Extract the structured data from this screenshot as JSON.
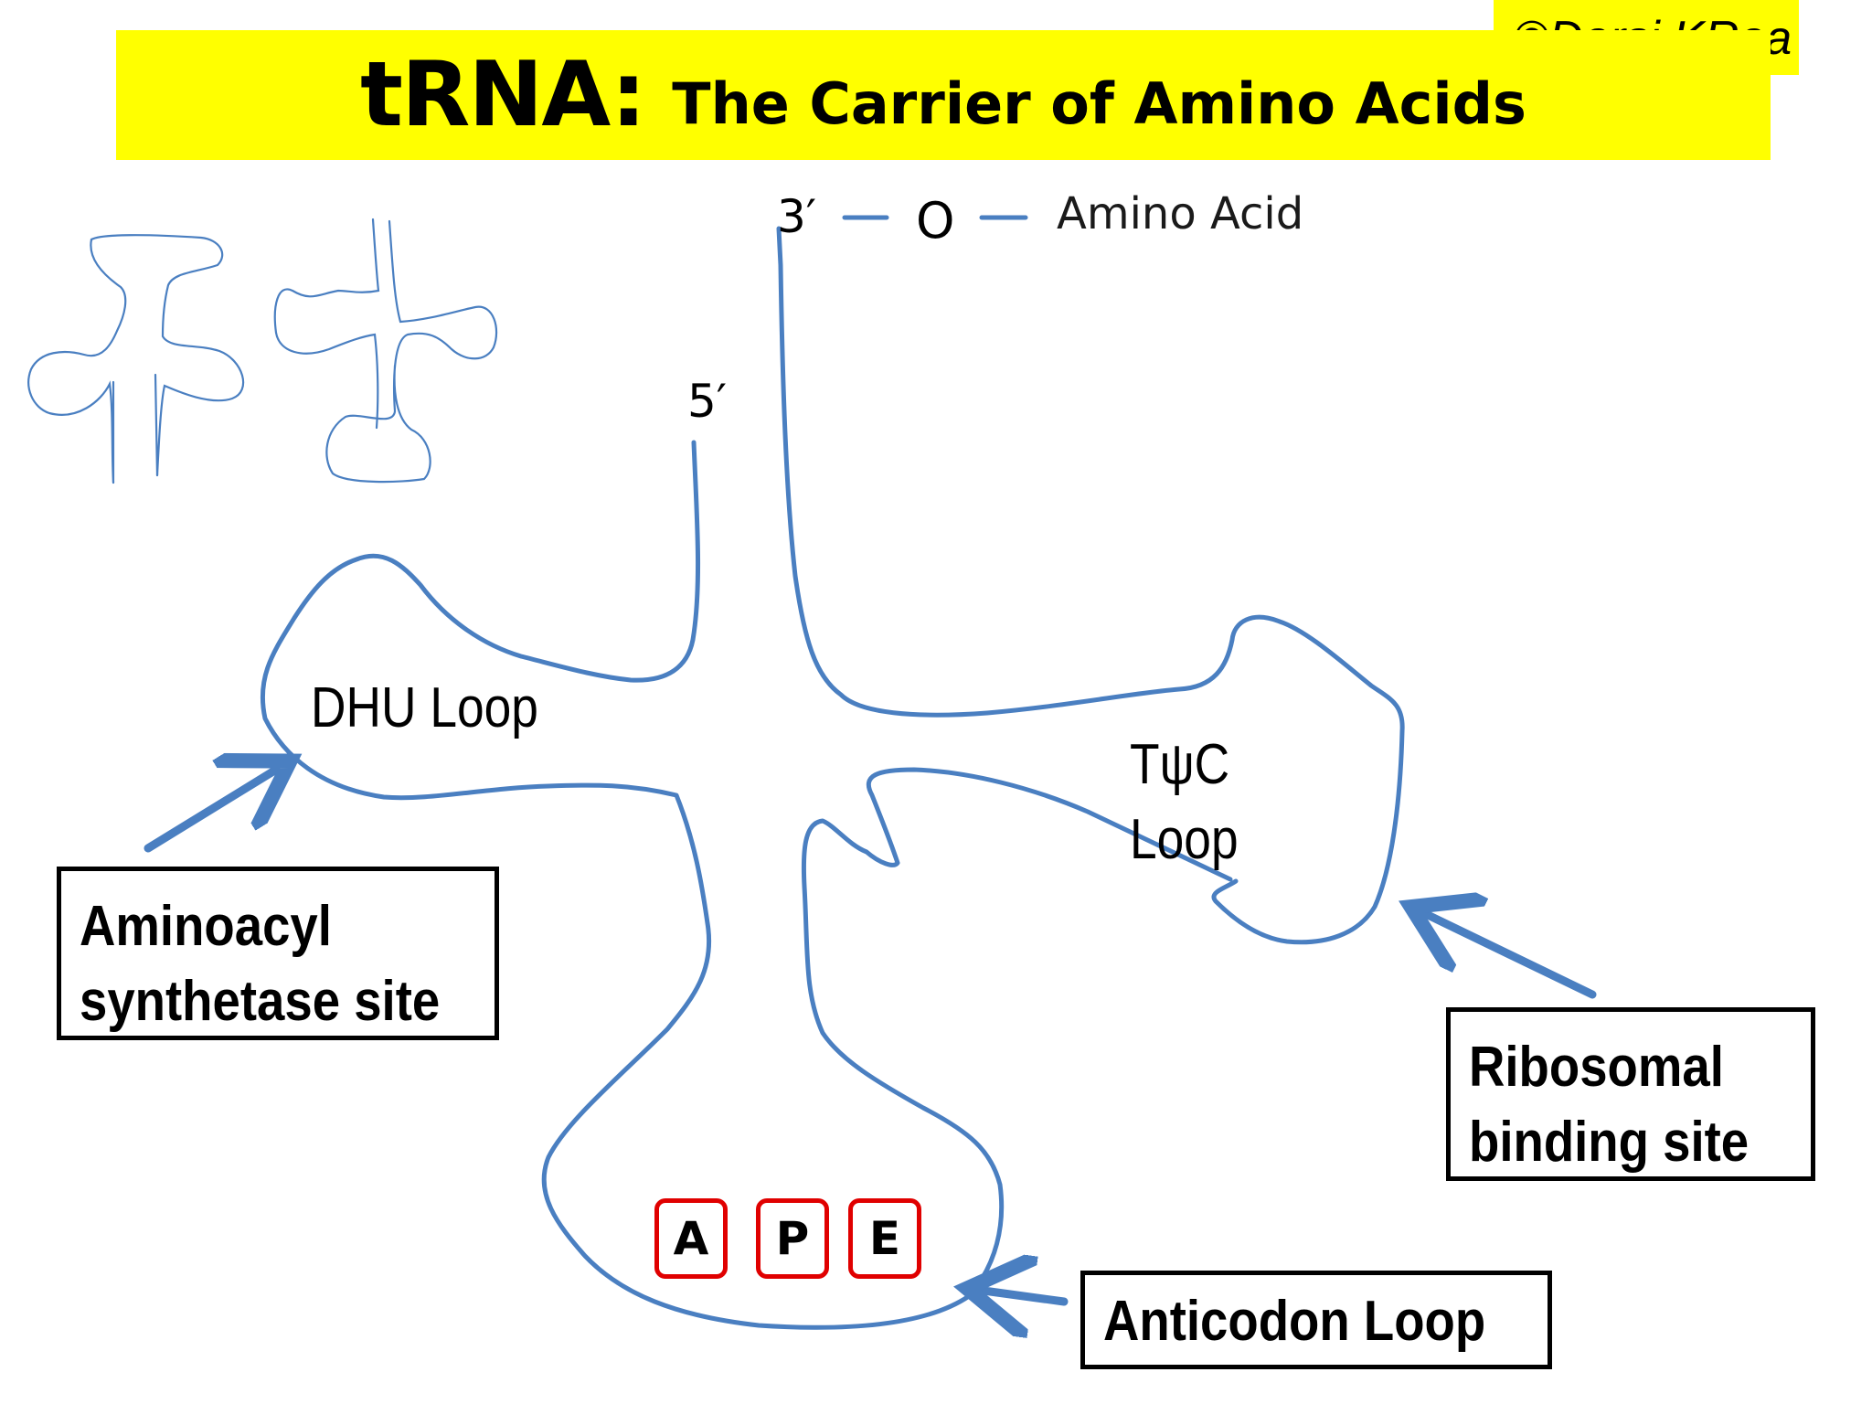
{
  "title": {
    "main": "tRNA:",
    "subtitle": "The Carrier of Amino Acids"
  },
  "copyright": "©Darsi KRaa",
  "acceptor": {
    "three_prime": "3′",
    "five_prime": "5′",
    "oxygen": "O",
    "amino_acid": "Amino Acid"
  },
  "loops": {
    "dhu": "DHU Loop",
    "tpsic_line1": "TψC",
    "tpsic_line2": "Loop"
  },
  "callouts": {
    "aminoacyl_line1": "Aminoacyl",
    "aminoacyl_line2": "synthetase site",
    "ribosomal_line1": "Ribosomal",
    "ribosomal_line2": "binding site",
    "anticodon": "Anticodon Loop"
  },
  "sites": [
    "A",
    "P",
    "E"
  ],
  "colors": {
    "banner": "#ffff00",
    "strand": "#4a7fc1",
    "site_border": "#e00000"
  }
}
